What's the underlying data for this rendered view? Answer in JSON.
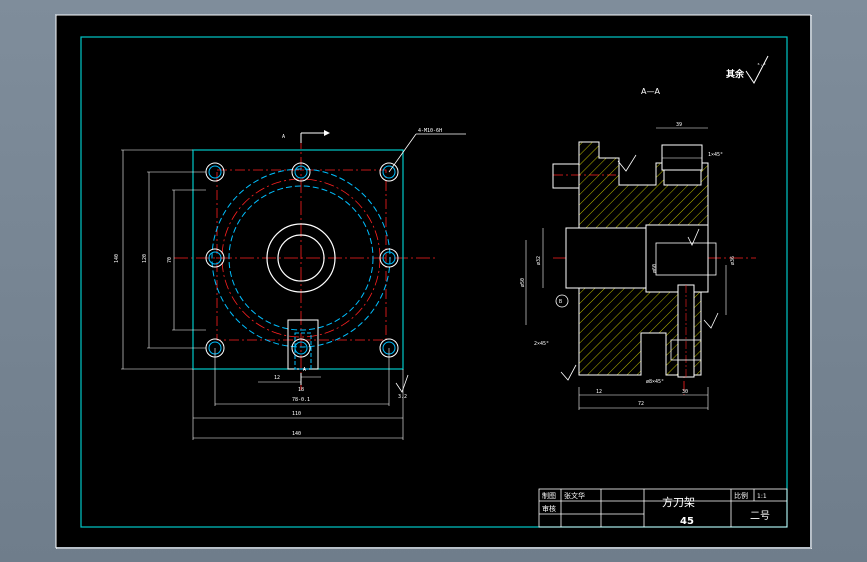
{
  "drawing": {
    "section_label": "A—A",
    "section_marker": "A",
    "surface_note": "其余",
    "surface_roughness": "⁶·³",
    "hole_callout": "4-M10-6H",
    "datum_label": "B",
    "roughness_mark": "3.2",
    "dimensions": {
      "front_height_outer": "140",
      "front_height_mid": "120",
      "front_height_inner": "70",
      "front_width_1": "78-0.1",
      "front_width_2": "110",
      "front_width_3": "140",
      "front_slot": "12",
      "front_slot_2": "18",
      "section_top": "39",
      "section_total": "72",
      "section_bore": "ø32",
      "section_shaft": "ø50",
      "section_dia_1": "ø60",
      "section_dia_2": "ø36",
      "section_chamfer": "1×45°",
      "section_chamfer_2": "2×45°",
      "section_len_1": "12",
      "section_len_2": "30",
      "section_len_3": "ø8×45°"
    }
  },
  "title_block": {
    "drawn_label": "制图",
    "drawn_name": "张文华",
    "checked_label": "审核",
    "part_name": "方刀架",
    "material": "45",
    "scale_label": "比例",
    "scale_value": "1:1",
    "sheet": "二号"
  },
  "colors": {
    "background": "#000000",
    "frame": "#00c8c8",
    "outline": "#ffffff",
    "center_line": "#ff2020",
    "hidden_line": "#00bfff",
    "hatch": "#ffff00",
    "window": "#7f8d9b"
  }
}
